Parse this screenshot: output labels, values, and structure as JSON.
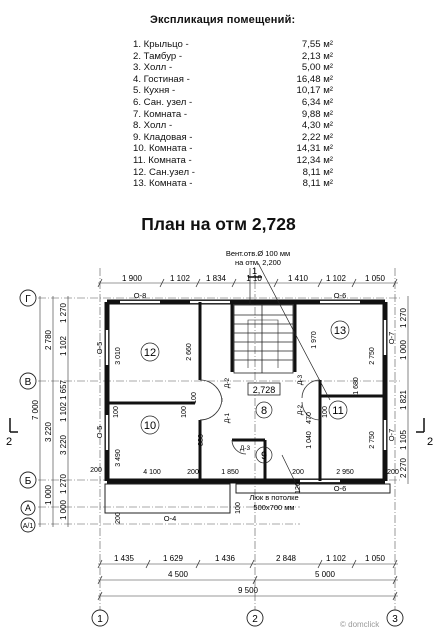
{
  "legend": {
    "title": "Экспликация помещений:",
    "items": [
      {
        "name": "1. Крыльцо   -",
        "area": "7,55 м²"
      },
      {
        "name": "2. Тамбур   -",
        "area": "2,13 м²"
      },
      {
        "name": "3. Холл   -",
        "area": "5,00 м²"
      },
      {
        "name": "4. Гостиная   -",
        "area": "16,48 м²"
      },
      {
        "name": "5. Кухня   -",
        "area": "10,17 м²"
      },
      {
        "name": "6. Сан. узел   -",
        "area": "6,34 м²"
      },
      {
        "name": "7. Комната   -",
        "area": "9,88 м²"
      },
      {
        "name": "8. Холл   -",
        "area": "4,30 м²"
      },
      {
        "name": "9. Кладовая   -",
        "area": "2,22 м²"
      },
      {
        "name": "10. Комната   -",
        "area": "14,31 м²"
      },
      {
        "name": "11. Комната   -",
        "area": "12,34 м²"
      },
      {
        "name": "12. Сан.узел   -",
        "area": "8,11 м²"
      },
      {
        "name": "13. Комната   -",
        "area": "8,11 м²"
      }
    ]
  },
  "plan": {
    "title": "План на отм 2,728",
    "vent_note_1": "Вент.отв.Ø 100 мм",
    "vent_note_2": "на отм. 2,200",
    "hatch_note_1": "Люк в потолке",
    "hatch_note_2": "500x700 мм",
    "level_mark": "2,728",
    "axes_letters": [
      "Г",
      "В",
      "Б",
      "А",
      "А/1"
    ],
    "axes_numbers": [
      "1",
      "2",
      "3"
    ],
    "section_mark": "2",
    "section_top": "1",
    "rooms": [
      "8",
      "9",
      "10",
      "11",
      "12",
      "13"
    ],
    "top_dims": [
      "1 900",
      "1 102",
      "1 834",
      "1 10",
      "1 410",
      "1 102",
      "1 050"
    ],
    "bottom_dims_1": [
      "1 435",
      "1 629",
      "1 436",
      "2 848",
      "1 102",
      "1 050"
    ],
    "bottom_dims_2": [
      "4 500",
      "5 000"
    ],
    "bottom_dims_3": "9 500",
    "left_dims_1": [
      "1 270",
      "1 102",
      "1 657",
      "1 102",
      "3 220",
      "1 270",
      "1 000"
    ],
    "left_dims_2": [
      "2 780",
      "3 220",
      "1 000"
    ],
    "left_dims_3": "7 000",
    "right_dims": [
      "1 270",
      "1 000",
      "1 821",
      "1 105",
      "2 270"
    ],
    "window_labels": [
      "О-8",
      "О-6",
      "О-5",
      "О-5",
      "О-7",
      "О-7",
      "О-6",
      "О-4"
    ],
    "door_labels": [
      "Д-2",
      "Д-1",
      "Д-2",
      "Д-3",
      "Д-3"
    ],
    "inner_dims": [
      "3 010",
      "2 660",
      "1 970",
      "2 750",
      "2 750",
      "4 100",
      "1 850",
      "2 950",
      "3 490",
      "880",
      "1 040",
      "470",
      "1 680"
    ],
    "wall_dims": [
      "200",
      "100",
      "100",
      "200",
      "200",
      "200",
      "200",
      "100",
      "100",
      "100",
      "120"
    ]
  },
  "watermark": "© domclick"
}
